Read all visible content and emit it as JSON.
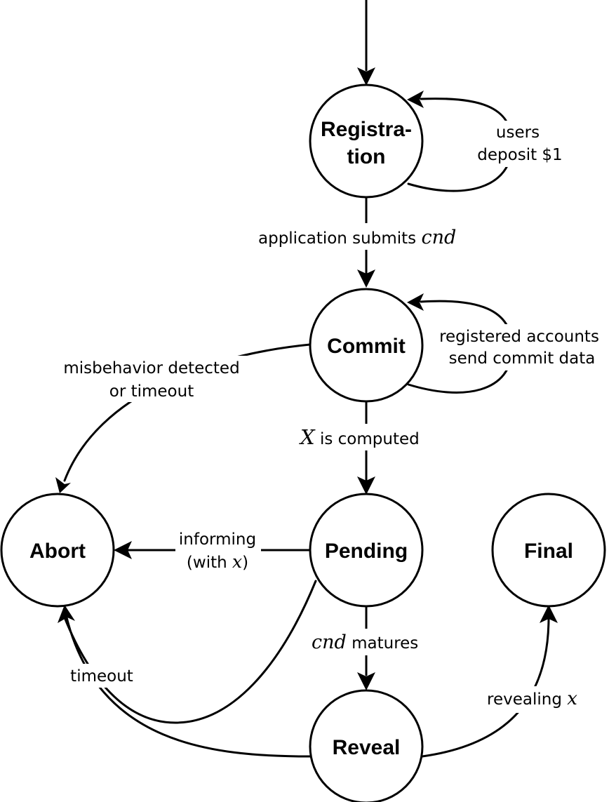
{
  "nodes": {
    "registration": {
      "line1": "Registra-",
      "line2": "tion"
    },
    "commit": {
      "label": "Commit"
    },
    "pending": {
      "label": "Pending"
    },
    "abort": {
      "label": "Abort"
    },
    "final": {
      "label": "Final"
    },
    "reveal": {
      "label": "Reveal"
    }
  },
  "edges": {
    "registration_self": {
      "line1": "users",
      "line2": "deposit $1"
    },
    "registration_to_commit": {
      "text": "application submits ",
      "math": "cnd"
    },
    "commit_self": {
      "line1": "registered accounts",
      "line2": "send commit data"
    },
    "commit_to_abort": {
      "line1": "misbehavior detected",
      "line2": "or timeout"
    },
    "commit_to_pending": {
      "math": "X",
      "text": " is computed"
    },
    "pending_to_abort": {
      "line1": "informing",
      "line2_text": "(with ",
      "line2_math": "x",
      "line2_end": ")"
    },
    "pending_to_reveal": {
      "math": "cnd",
      "text": " matures"
    },
    "reveal_to_abort": {
      "text": "timeout"
    },
    "reveal_to_final": {
      "text": "revealing ",
      "math": "x"
    }
  }
}
